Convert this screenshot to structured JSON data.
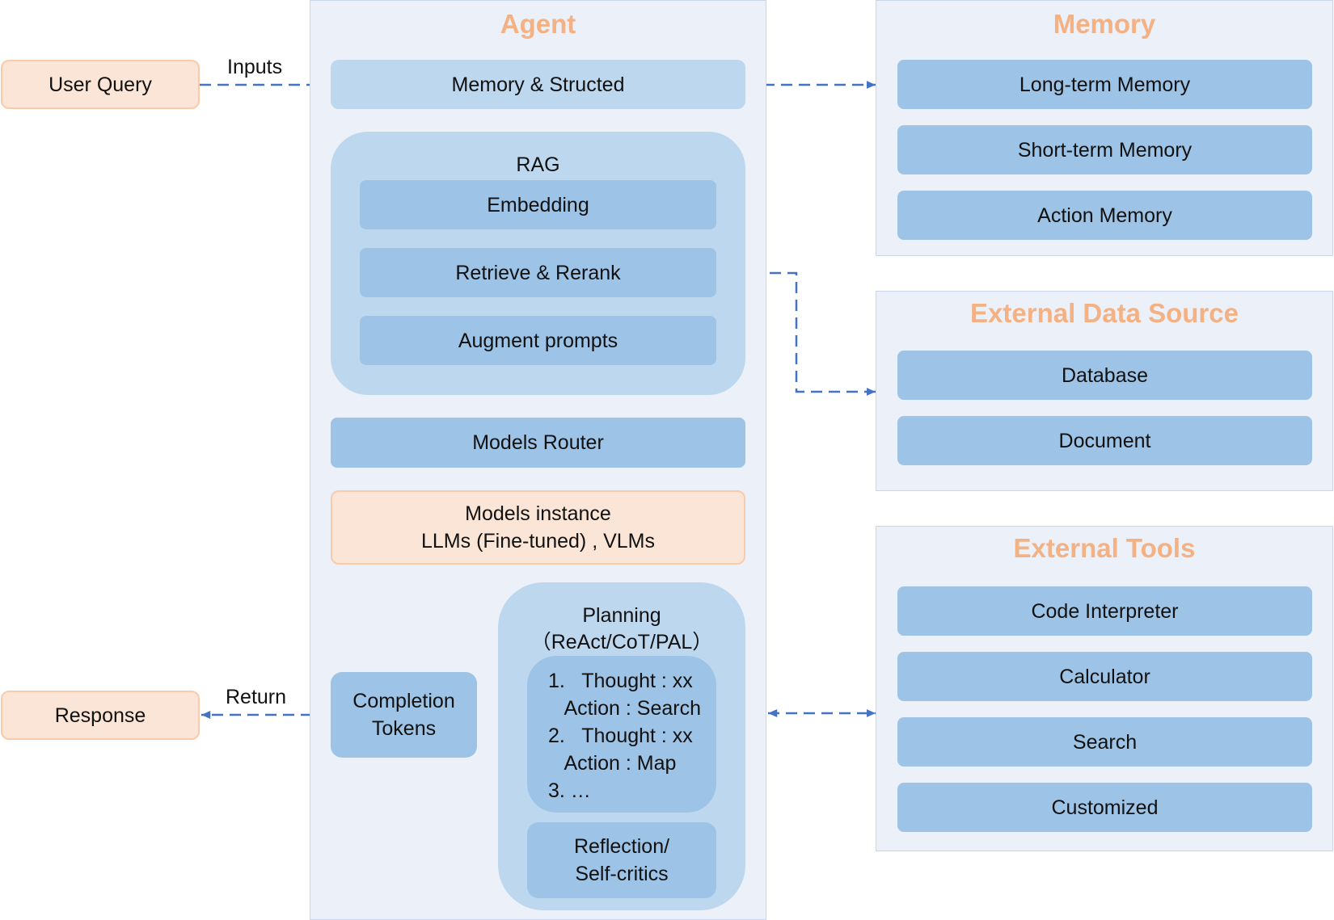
{
  "colors": {
    "panel_bg": "#ebf0f9",
    "title_orange": "#f4b183",
    "light_blue": "#bdd7ee",
    "mid_blue": "#9dc3e6",
    "peach": "#fbe5d6",
    "arrow_blue": "#4472c4"
  },
  "agent": {
    "title": "Agent",
    "memory_structed": "Memory & Structed",
    "rag": {
      "title": "RAG",
      "embedding": "Embedding",
      "retrieve": "Retrieve & Rerank",
      "augment": "Augment prompts"
    },
    "models_router": "Models Router",
    "models_instance": {
      "line1": "Models instance",
      "line2": "LLMs (Fine-tuned) , VLMs"
    },
    "completion": {
      "line1": "Completion",
      "line2": "Tokens"
    },
    "planning": {
      "title_line1": "Planning",
      "title_line2": "（ReAct/CoT/PAL）",
      "steps": [
        "1.   Thought : xx",
        "   Action : Search",
        "2.   Thought : xx",
        "   Action : Map",
        "3. …"
      ],
      "reflection_line1": "Reflection/",
      "reflection_line2": "Self-critics"
    }
  },
  "io": {
    "user_query": "User Query",
    "inputs_label": "Inputs",
    "response": "Response",
    "return_label": "Return"
  },
  "memory": {
    "title": "Memory",
    "items": [
      "Long-term Memory",
      "Short-term Memory",
      "Action Memory"
    ]
  },
  "external_data": {
    "title": "External Data Source",
    "items": [
      "Database",
      "Document"
    ]
  },
  "external_tools": {
    "title": "External Tools",
    "items": [
      "Code Interpreter",
      "Calculator",
      "Search",
      "Customized"
    ]
  }
}
